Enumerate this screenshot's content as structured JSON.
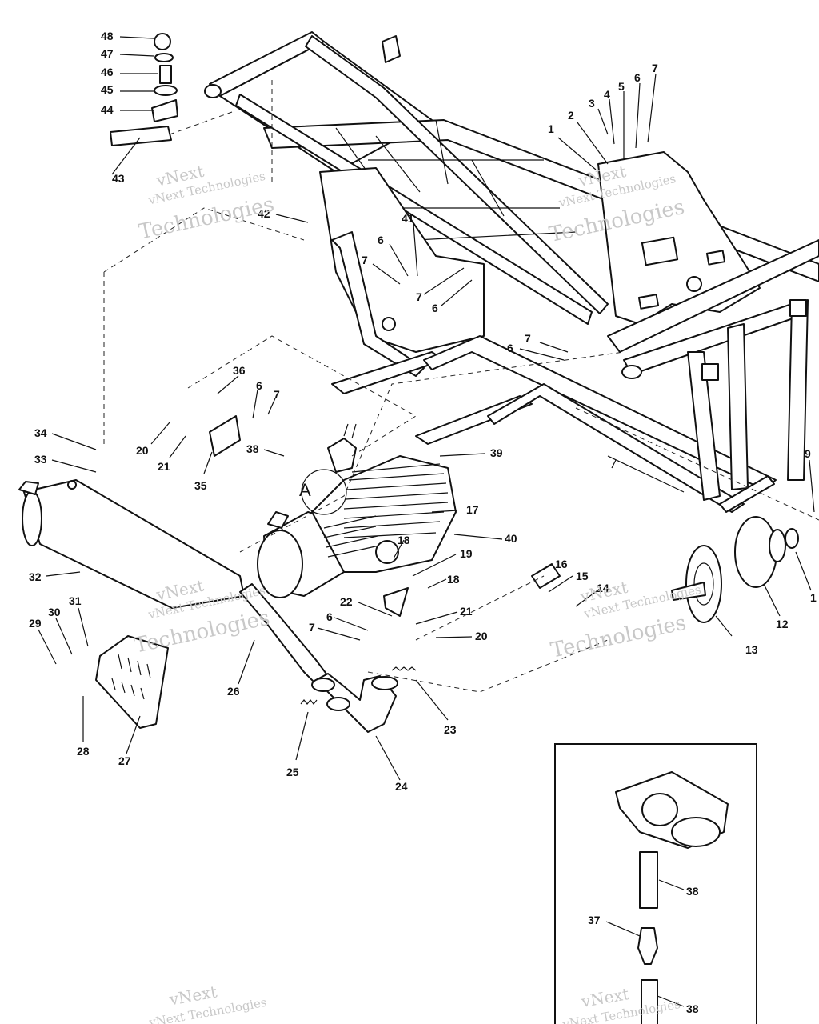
{
  "watermark": {
    "brand_line": "vNext",
    "company_line": "vNext Technologies",
    "tech_line": "Technologies"
  },
  "detail_marker": "A",
  "callouts": [
    {
      "id": "c1",
      "label": "1"
    },
    {
      "id": "c2",
      "label": "2"
    },
    {
      "id": "c3",
      "label": "3"
    },
    {
      "id": "c4",
      "label": "4"
    },
    {
      "id": "c5",
      "label": "5"
    },
    {
      "id": "c6",
      "label": "6"
    },
    {
      "id": "c7",
      "label": "7"
    },
    {
      "id": "c6b",
      "label": "6"
    },
    {
      "id": "c7b",
      "label": "7"
    },
    {
      "id": "c41",
      "label": "41"
    },
    {
      "id": "c7c",
      "label": "7"
    },
    {
      "id": "c6c",
      "label": "6"
    },
    {
      "id": "c7d",
      "label": "7"
    },
    {
      "id": "c6d",
      "label": "6"
    },
    {
      "id": "c42",
      "label": "42"
    },
    {
      "id": "c43",
      "label": "43"
    },
    {
      "id": "c44",
      "label": "44"
    },
    {
      "id": "c45",
      "label": "45"
    },
    {
      "id": "c46",
      "label": "46"
    },
    {
      "id": "c47",
      "label": "47"
    },
    {
      "id": "c48",
      "label": "48"
    },
    {
      "id": "c36",
      "label": "36"
    },
    {
      "id": "c6e",
      "label": "6"
    },
    {
      "id": "c7e",
      "label": "7"
    },
    {
      "id": "c20",
      "label": "20"
    },
    {
      "id": "c21",
      "label": "21"
    },
    {
      "id": "c35",
      "label": "35"
    },
    {
      "id": "c38",
      "label": "38"
    },
    {
      "id": "c39",
      "label": "39"
    },
    {
      "id": "c34",
      "label": "34"
    },
    {
      "id": "c33",
      "label": "33"
    },
    {
      "id": "c17",
      "label": "17"
    },
    {
      "id": "c18",
      "label": "18"
    },
    {
      "id": "c19",
      "label": "19"
    },
    {
      "id": "c18b",
      "label": "18"
    },
    {
      "id": "c40",
      "label": "40"
    },
    {
      "id": "c22",
      "label": "22"
    },
    {
      "id": "c21b",
      "label": "21"
    },
    {
      "id": "c20b",
      "label": "20"
    },
    {
      "id": "c6f",
      "label": "6"
    },
    {
      "id": "c7f",
      "label": "7"
    },
    {
      "id": "c16",
      "label": "16"
    },
    {
      "id": "c15",
      "label": "15"
    },
    {
      "id": "c14",
      "label": "14"
    },
    {
      "id": "c13",
      "label": "13"
    },
    {
      "id": "c12",
      "label": "12"
    },
    {
      "id": "c11",
      "label": "1"
    },
    {
      "id": "c9",
      "label": "9"
    },
    {
      "id": "c32",
      "label": "32"
    },
    {
      "id": "c31",
      "label": "31"
    },
    {
      "id": "c30",
      "label": "30"
    },
    {
      "id": "c29",
      "label": "29"
    },
    {
      "id": "c28",
      "label": "28"
    },
    {
      "id": "c27",
      "label": "27"
    },
    {
      "id": "c26",
      "label": "26"
    },
    {
      "id": "c25",
      "label": "25"
    },
    {
      "id": "c24",
      "label": "24"
    },
    {
      "id": "c23",
      "label": "23"
    },
    {
      "id": "c38b",
      "label": "38"
    },
    {
      "id": "c37",
      "label": "37"
    },
    {
      "id": "c38c",
      "label": "38"
    }
  ]
}
